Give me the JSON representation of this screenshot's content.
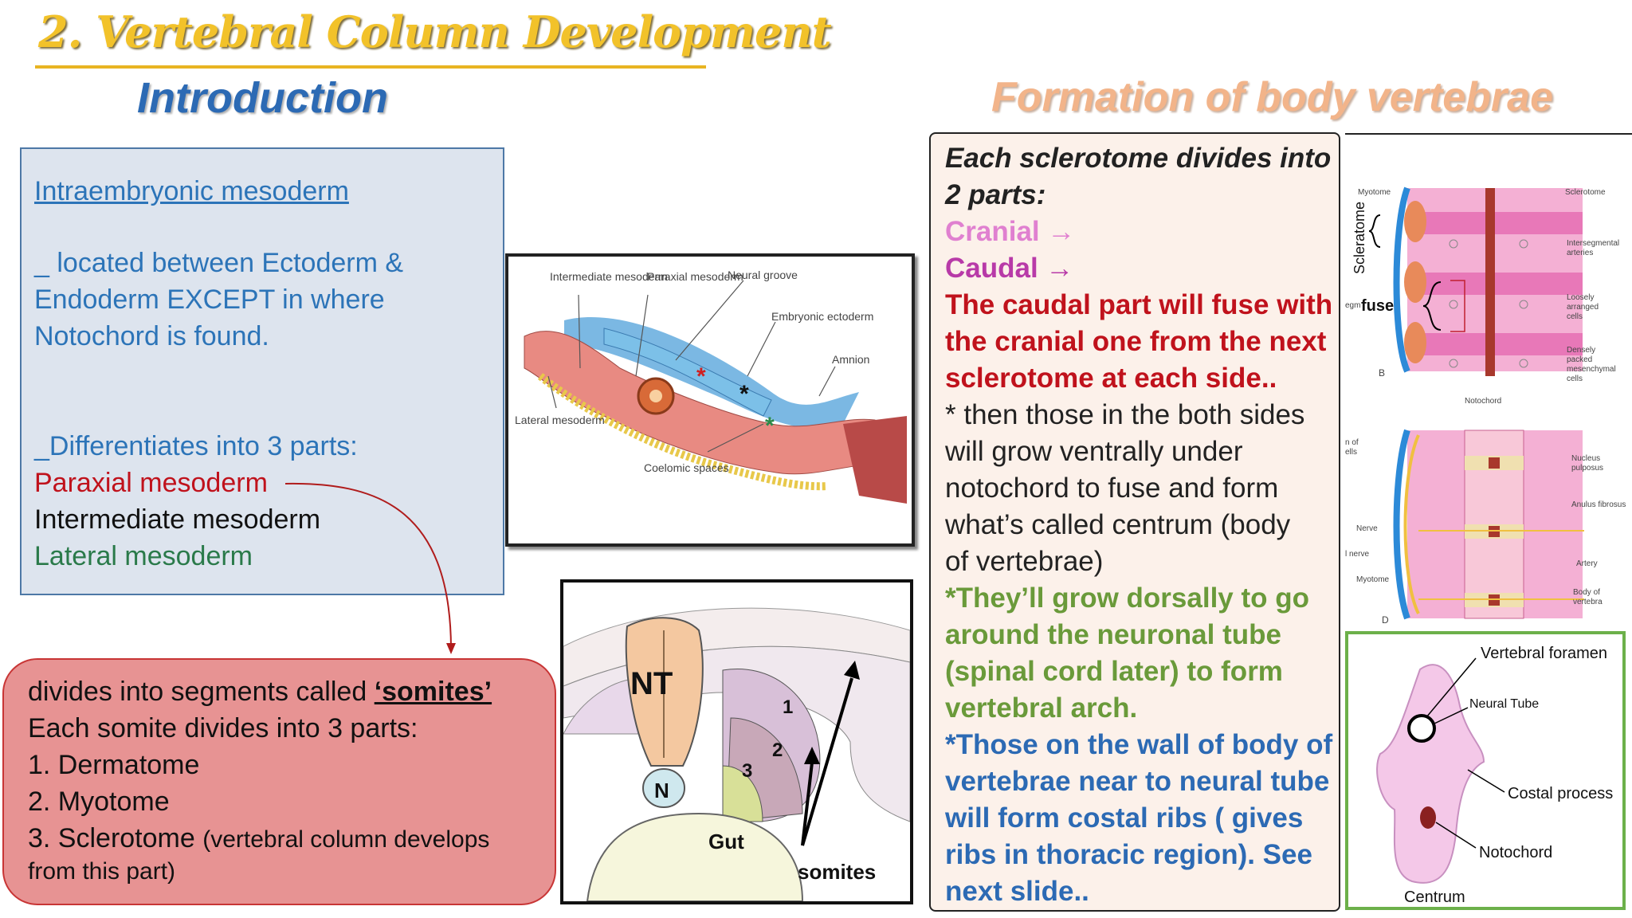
{
  "title": "2. Vertebral Column Development",
  "intro_heading": "Introduction",
  "right_heading": "Formation of body vertebrae",
  "intro": {
    "heading": "Intraembryonic mesoderm",
    "line1": "_ located between  Ectoderm &",
    "line2": "Endoderm EXCEPT in where",
    "line3": "Notochord is found.",
    "line4": "_Differentiates into 3 parts:",
    "paraxial": "Paraxial mesoderm",
    "intermediate": "Intermediate mesoderm",
    "lateral": "Lateral mesoderm"
  },
  "somites_box": {
    "line1_pre": "divides into segments called ",
    "line1_em": "‘somites’",
    "line2": "Each somite divides into 3 parts:",
    "item1": "1. Dermatome",
    "item2": "2. Myotome",
    "item3": "3. Sclerotome ",
    "item3_note": "(vertebral column develops",
    "item3_note2": "from this part)"
  },
  "embryo_figure": {
    "intermediate_mesoderm": "Intermediate mesoderm",
    "paraxial_mesoderm": "Paraxial mesoderm",
    "neural_groove": "Neural groove",
    "embryonic_ectoderm": "Embryonic ectoderm",
    "amnion": "Amnion",
    "lateral_mesoderm": "Lateral mesoderm",
    "coelomic_spaces": "Coelomic spaces",
    "star": "*"
  },
  "somite_figure": {
    "nt": "NT",
    "n": "N",
    "gut": "Gut",
    "somites": "somites",
    "n1": "1",
    "n2": "2",
    "n3": "3"
  },
  "sclero_text": {
    "l1": "Each sclerotome divides into",
    "l2": "2 parts:",
    "cranial": "Cranial →",
    "caudal": "Caudal →",
    "r1": "The caudal part will fuse with",
    "r2": "the cranial one from the next",
    "r3": "sclerotome at each side..",
    "k1": "* then those in the both sides",
    "k2": "will grow ventrally under",
    "k3": "notochord to fuse and form",
    "k4": "what’s called centrum (body",
    "k5": "of vertebrae)",
    "g1": "*They’ll grow dorsally to go",
    "g2": "around the neuronal tube",
    "g3": "(spinal cord later) to form",
    "g4": "vertebral arch.",
    "b1": "*Those on the wall of body of",
    "b2": "vertebrae near to neural tube",
    "b3": "will form costal ribs ( gives",
    "b4": "ribs in thoracic region). See",
    "b5": "next slide.."
  },
  "sclerotome_figure": {
    "myotome": "Myotome",
    "scleratome": "Scleratome",
    "fuse": "fuse",
    "sclerotome": "Sclerotome",
    "intersegmental": "Intersegmental",
    "arteries": "arteries",
    "loosely": "Loosely",
    "arranged": "arranged",
    "cells": "cells",
    "densely": "Densely",
    "packed": "packed",
    "mesenchymal": "mesenchymal",
    "cells2": "cells",
    "notochord": "Notochord",
    "b": "B",
    "d": "D",
    "nucleus": "Nucleus",
    "pulposus": "pulposus",
    "anulus": "Anulus fibrosus",
    "nerve": "Nerve",
    "artery": "Artery",
    "body_of": "Body of",
    "vertebra": "vertebra",
    "myotome2": "Myotome",
    "nerve2": "l nerve",
    "of": "n of",
    "ells": "ells",
    "egm": "egm"
  },
  "vertebra_figure": {
    "vertebral_foramen": "Vertebral foramen",
    "neural_tube": "Neural Tube",
    "costal_process": "Costal process",
    "notochord": "Notochord",
    "centrum": "Centrum"
  },
  "colors": {
    "title_gold": "#f2c22a",
    "intro_blue": "#2c6ab4",
    "heading_peach": "#f2b48a",
    "paraxial_red": "#c0121c",
    "lateral_green": "#2a7a4a",
    "somite_box_fill": "#e79393"
  }
}
